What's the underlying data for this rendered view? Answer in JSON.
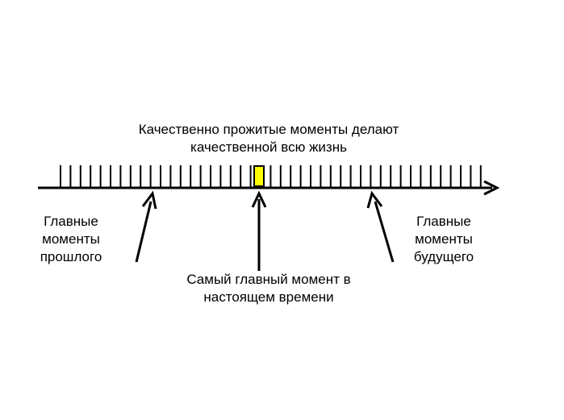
{
  "captions": {
    "top": [
      "Качественно прожитые моменты делают",
      "качественной всю жизнь"
    ],
    "present": [
      "Самый главный момент в",
      "настоящем времени"
    ],
    "past": [
      "Главные",
      "моменты",
      "прошлого"
    ],
    "future": [
      "Главные",
      "моменты",
      "будущего"
    ]
  },
  "timeline": {
    "tick_count": 43,
    "highlight_index": 20,
    "highlight_color": "#ffff00",
    "line_color": "#000000"
  }
}
